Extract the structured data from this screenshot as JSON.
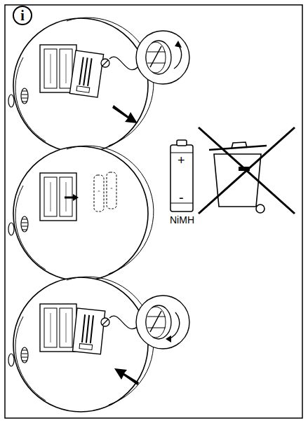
{
  "diagram": {
    "nodes": [
      {
        "text": [
          "i"
        ]
      }
    ],
    "labels": [
      "+",
      "-",
      "NiMH"
    ]
  }
}
